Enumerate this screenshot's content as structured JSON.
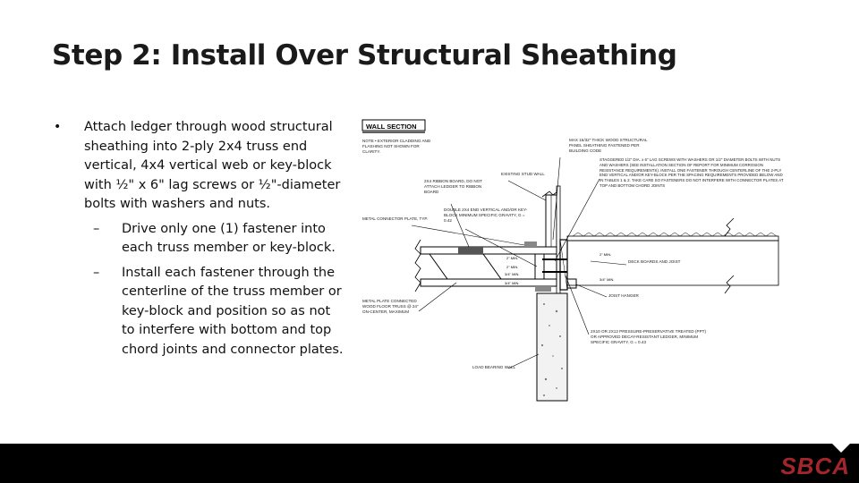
{
  "slide": {
    "title": "Step 2: Install Over Structural Sheathing",
    "bullets": [
      {
        "text": "Attach ledger through wood structural sheathing into 2-ply 2x4 truss end vertical, 4x4 vertical web or key-block with ½\" x 6\" lag screws or ½\"-diameter bolts with washers and nuts.",
        "sub": [
          "Drive only one (1) fastener into each truss member or key-block.",
          "Install each fastener through the centerline of the truss member or key-block and position so as not to interfere with bottom and top chord joints and connector plates."
        ]
      }
    ],
    "bullet_mark": "•",
    "sub_mark": "–"
  },
  "figure": {
    "header": "WALL SECTION",
    "labels": {
      "note": "NOTE • EXTERIOR CLADDING AND FLASHING NOT SHOWN FOR CLARITY.",
      "max_sheathing": "MAX 15/32\" THICK WOOD STRUCTURAL PANEL SHEATHING FASTENED PER BUILDING CODE",
      "existing_stud_wall": "EXISTING STUD WALL",
      "ribbon_board": "2X4 RIBBON BOARD, DO NOT ATTACH LEDGER TO RIBBON BOARD",
      "lag_screws": "STAGGERED 1/2\" DIA. x 6\" LAG SCREWS WITH WASHERS OR 1/2\" DIAMETER BOLTS WITH NUTS AND WASHERS (SEE INSTALLATION SECTION OF REPORT FOR MINIMUM CORROSION RESISTANCE REQUIREMENTS). INSTALL ONE FASTENER THROUGH CENTERLINE OF THE 2-PLY END VERTICAL AND/OR KEY-BLOCK PER THE SPACING REQUIREMENTS PROVIDED BELOW AND IN TABLES 1 & 2. TAKE CARE SO FASTENERS DO NOT INTERFERE WITH CONNECTOR PLATES AT TOP AND BOTTOM CHORD JOINTS",
      "double_end_vertical": "DOUBLE 2X4 END VERTICAL AND/OR KEY-BLOCK MINIMUM SPECIFIC GRAVITY, G = 0.42",
      "connector_plate": "METAL CONNECTOR PLATE, TYP.",
      "deck_boards": "DECK BOARDS AND JOIST",
      "joist_hanger": "JOIST HANGER",
      "metal_plate_truss": "METAL PLATE CONNECTED WOOD FLOOR TRUSS @ 24\" ON-CENTER, MAXIMUM",
      "ledger": "2X10 OR 2X12 PRESSURE-PRESERVATIVE TREATED (PPT) OR APPROVED DECAY-RESISTANT LEDGER, MINIMUM SPECIFIC GRAVITY, G = 0.43",
      "load_bearing_wall": "LOAD BEARING WALL",
      "dim_2min_a": "2\" MIN.",
      "dim_2min_b": "2\" MIN.",
      "dim_3_4min": "3/4\" MIN.",
      "dim_3_4min_b": "3/4\" MIN.",
      "dim_2min_c": "2\" MIN.",
      "dim_3_4min_c": "3/4\" MIN."
    }
  },
  "footer": {
    "logo": "SBCA"
  },
  "colors": {
    "footer_bg": "#000000",
    "logo": "#a3262a",
    "title": "#1a1a1a"
  }
}
